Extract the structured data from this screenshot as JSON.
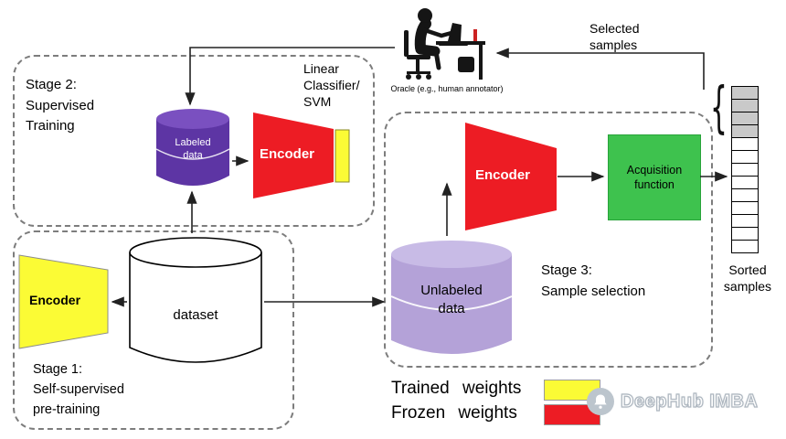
{
  "stage1": {
    "label": "Stage 1:\nSelf-supervised\npre-training",
    "encoder": "Encoder",
    "dataset": "dataset"
  },
  "stage2": {
    "label": "Stage 2:\nSupervised\nTraining",
    "classifier": "Linear\nClassifier/\nSVM",
    "labeled_data": "Labeled data",
    "encoder": "Encoder"
  },
  "stage3": {
    "label": "Stage 3:\nSample selection",
    "encoder": "Encoder",
    "acquisition": "Acquisition\nfunction",
    "unlabeled_data": "Unlabeled data"
  },
  "oracle": {
    "caption": "Oracle (e.g., human annotator)"
  },
  "labels": {
    "selected_samples": "Selected\nsamples",
    "sorted_samples": "Sorted\nsamples"
  },
  "legend": {
    "trained": "Trained weights",
    "frozen": "Frozen weights"
  },
  "sorted_stack": {
    "count": 13,
    "gray": 4
  },
  "watermark": "DeepHub IMBA",
  "colors": {
    "trained_yellow": "#fbfb35",
    "frozen_red": "#ed1c24",
    "labeled_purple": "#5d35a4",
    "unlabeled_purple": "#b4a2d8",
    "acquisition_green": "#3ec24e",
    "selected_cell_gray": "#c9c9c9"
  }
}
